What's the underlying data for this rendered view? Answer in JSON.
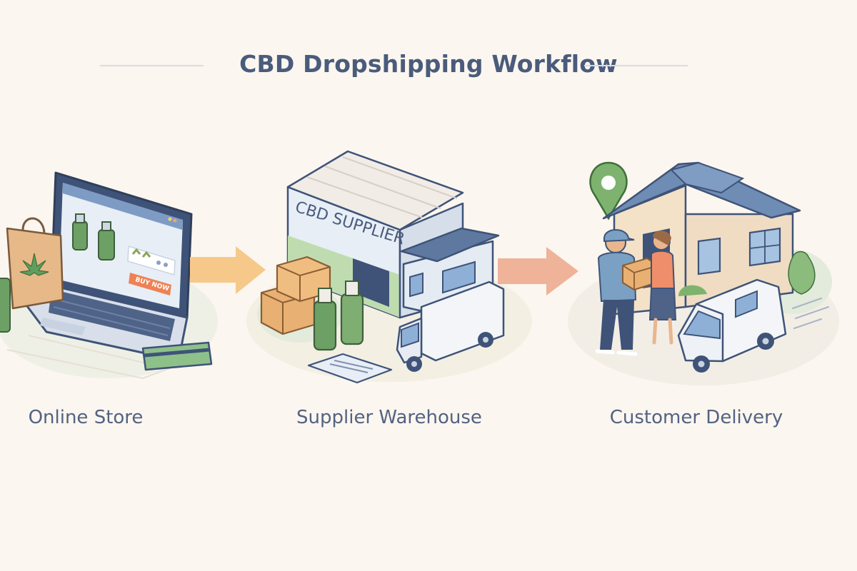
{
  "title": "CBD Dropshipping Workflow",
  "steps": [
    {
      "label": "Online Store",
      "icon": "laptop-store-icon"
    },
    {
      "label": "Supplier Warehouse",
      "icon": "warehouse-icon"
    },
    {
      "label": "Customer Delivery",
      "icon": "house-delivery-icon"
    }
  ],
  "store": {
    "buy_button": "BUY NOW"
  },
  "warehouse": {
    "sign": "CBD SUPPLIER"
  },
  "colors": {
    "background": "#fbf6ef",
    "title": "#4a5b7c",
    "arrow_1": "#f6c98a",
    "arrow_2": "#eeb398",
    "accent_green": "#5f9e5c",
    "roof_blue": "#6f8cb4"
  }
}
